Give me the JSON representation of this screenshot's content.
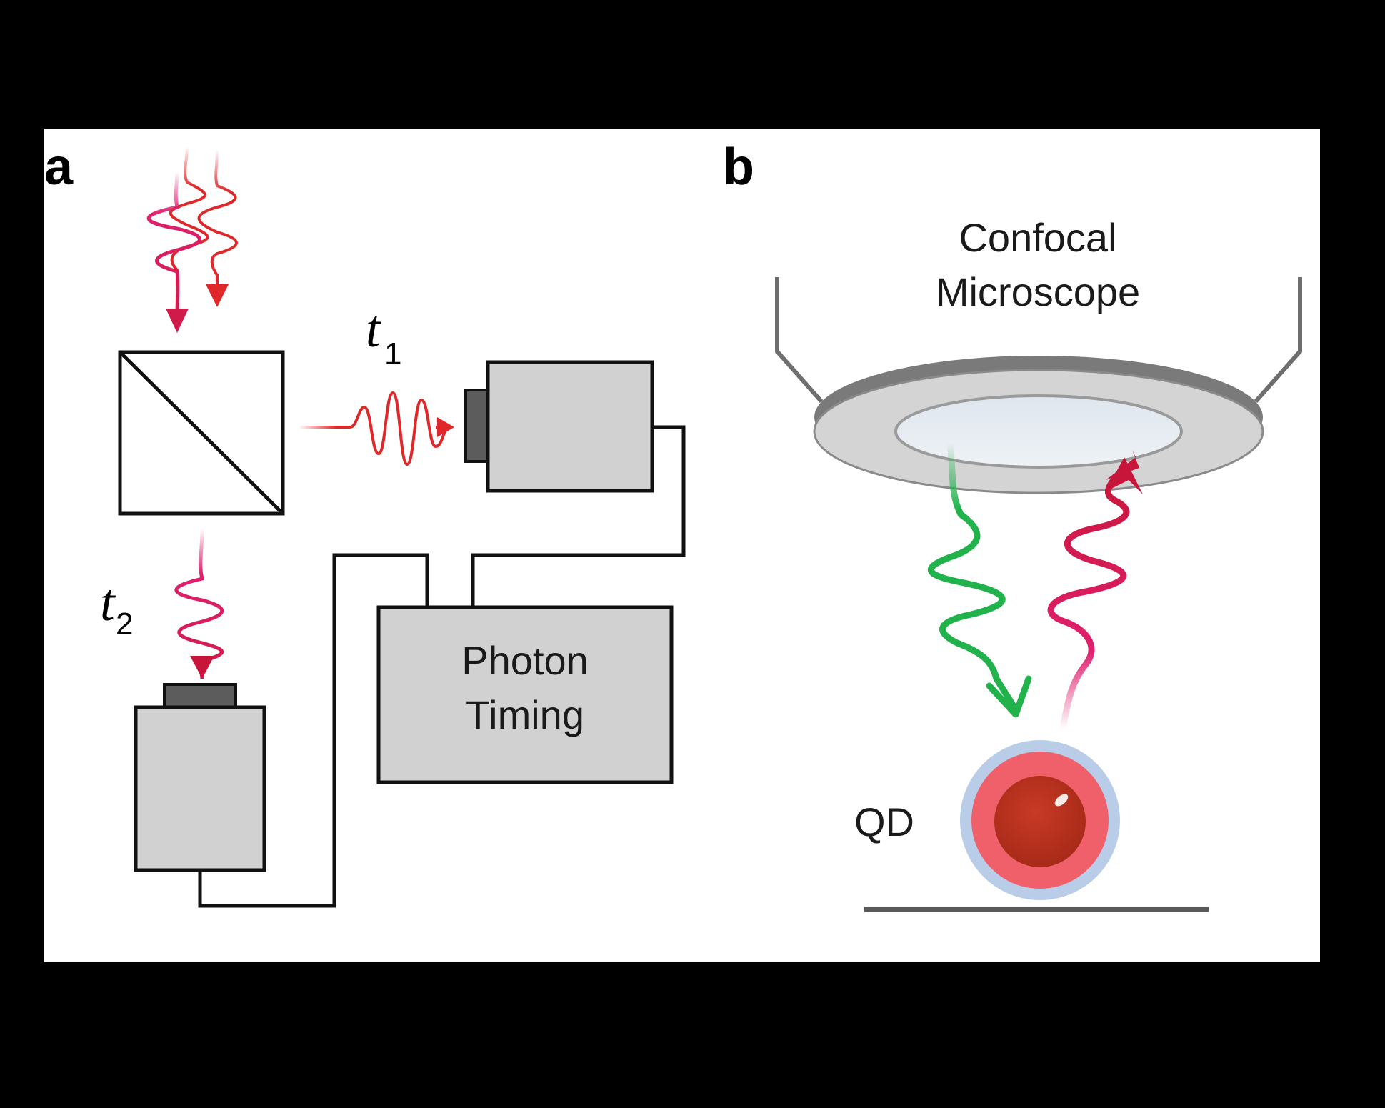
{
  "panels": {
    "a": {
      "label": "a"
    },
    "b": {
      "label": "b"
    }
  },
  "timing_box": {
    "line1": "Photon",
    "line2": "Timing"
  },
  "detector_1": {
    "time_symbol": "t",
    "time_subscript": "1"
  },
  "detector_2": {
    "time_symbol": "t",
    "time_subscript": "2"
  },
  "microscope": {
    "line1": "Confocal",
    "line2": "Microscope"
  },
  "quantum_dot": {
    "label": "QD"
  },
  "colors": {
    "background": "#000000",
    "figure": "#ffffff",
    "device_fill": "#d1d1d1",
    "window_fill": "#5c5c5c",
    "photon_red": "#e0282a",
    "photon_magenta": "#e0206e",
    "photon_crimson": "#c8163a",
    "photon_green": "#22b24c",
    "qd_shell": "#b9cde8",
    "qd_outer": "#f0606a",
    "qd_core": "#b8321f"
  }
}
